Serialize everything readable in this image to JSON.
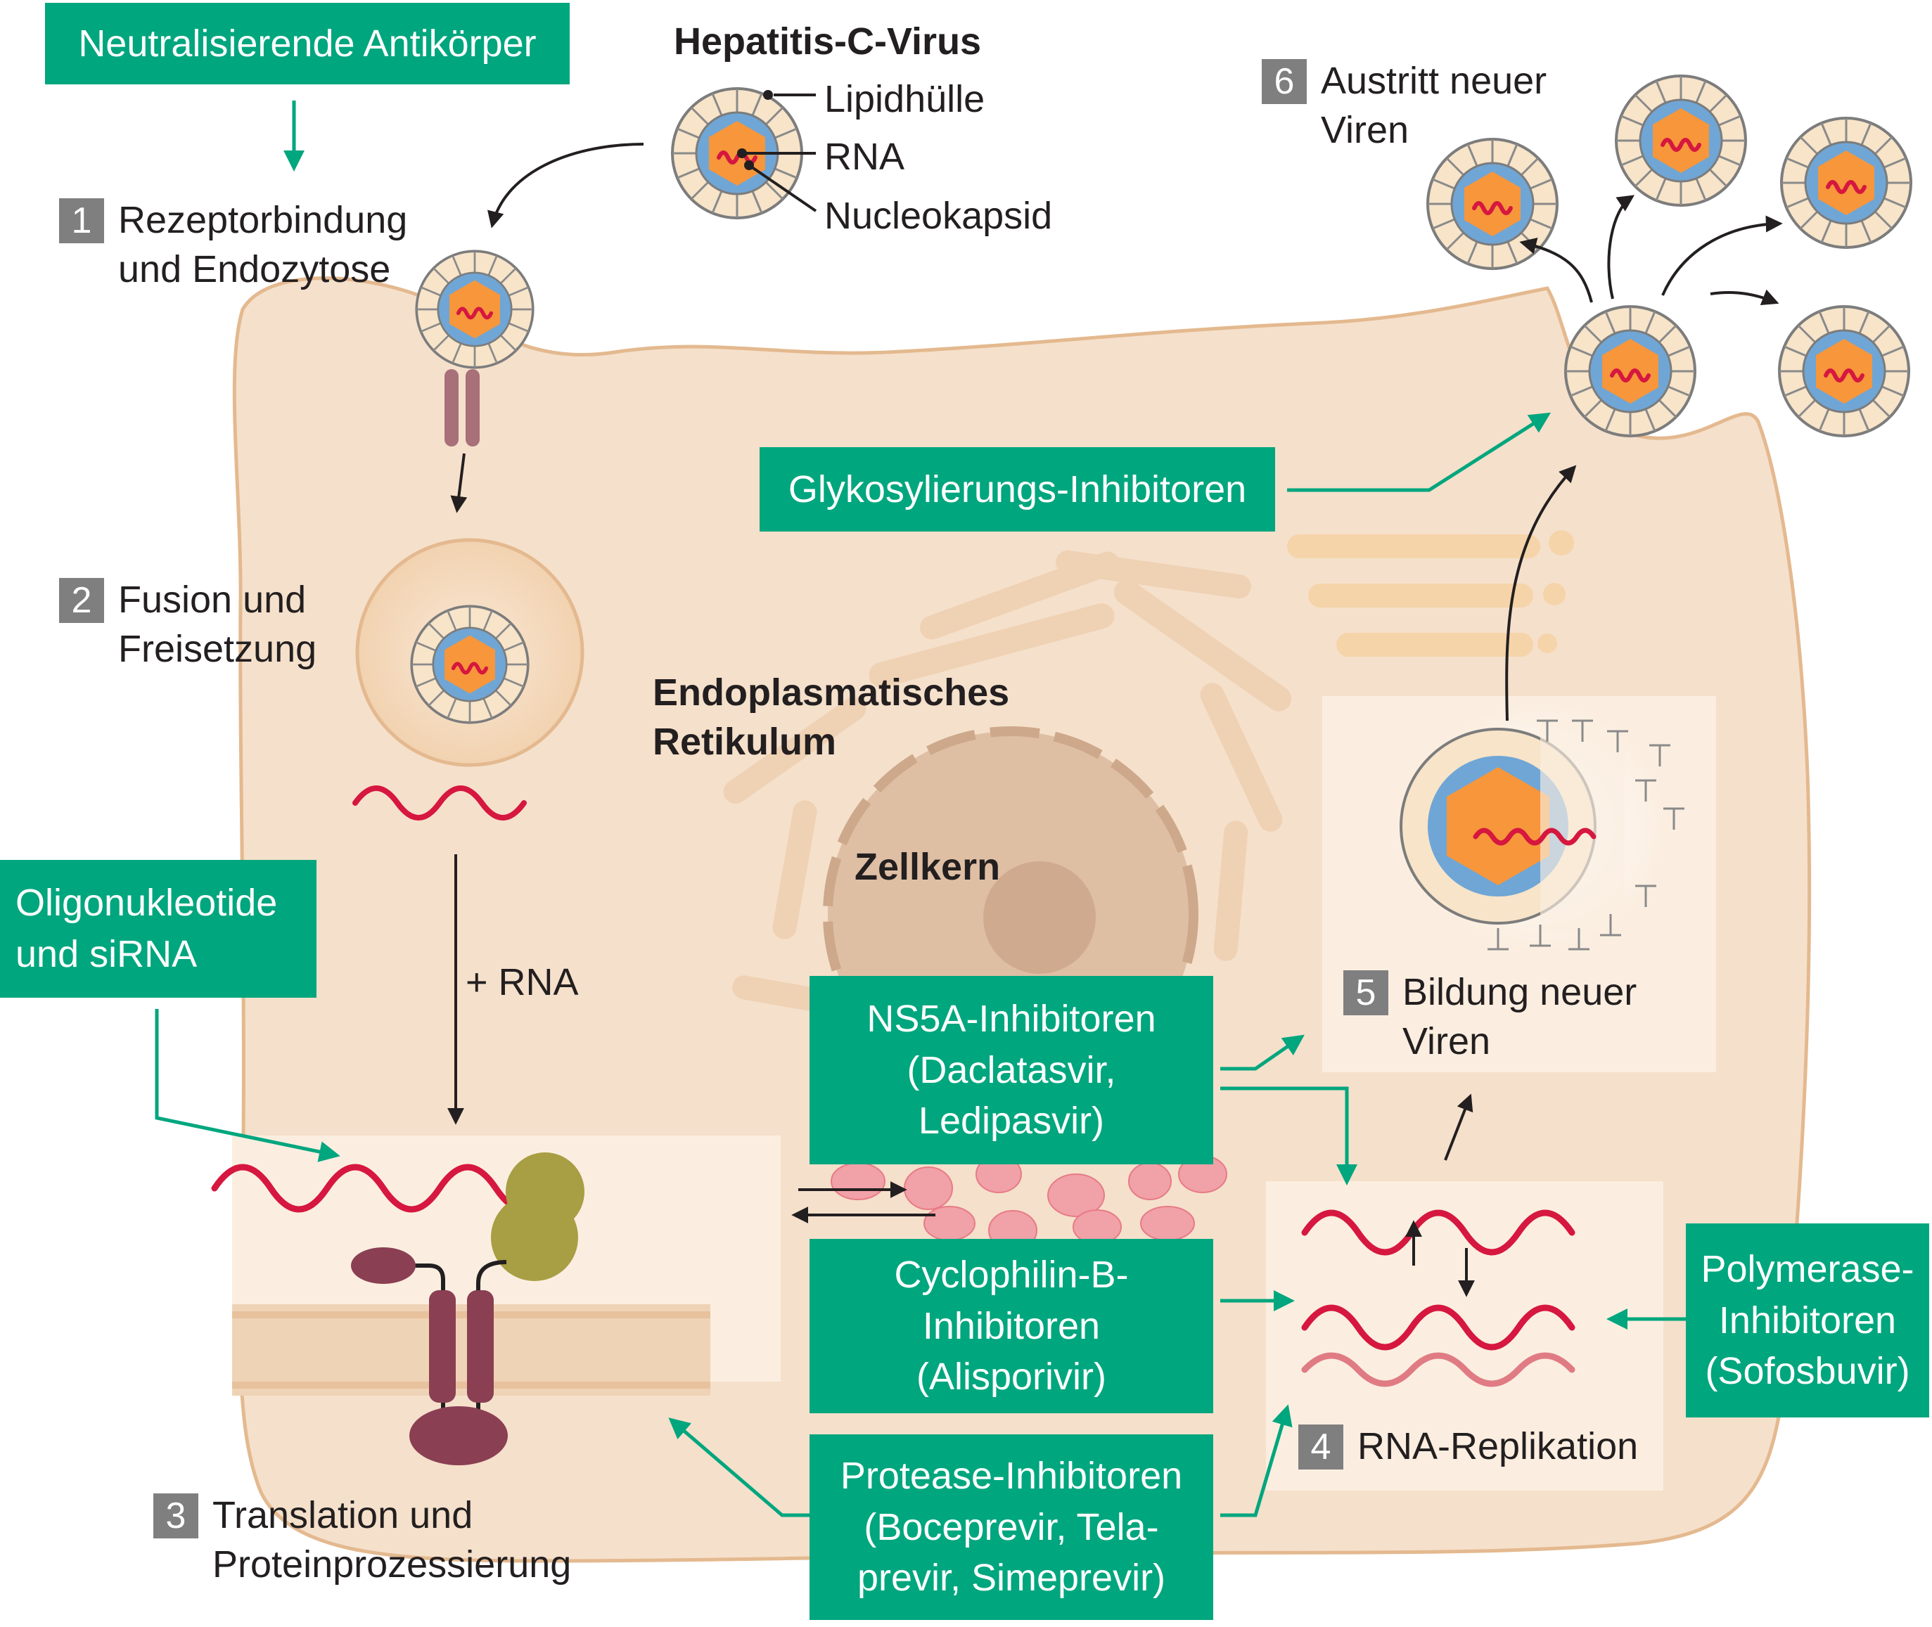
{
  "virus": {
    "title": "Hepatitis-C-Virus",
    "parts": [
      "Lipidhülle",
      "RNA",
      "Nucleokapsid"
    ]
  },
  "steps": [
    {
      "num": "1",
      "lines": [
        "Rezeptorbindung",
        "und Endozytose"
      ]
    },
    {
      "num": "2",
      "lines": [
        "Fusion und",
        "Freisetzung"
      ]
    },
    {
      "num": "3",
      "lines": [
        "Translation und",
        "Proteinprozessierung"
      ]
    },
    {
      "num": "4",
      "lines": [
        "RNA-Replikation"
      ]
    },
    {
      "num": "5",
      "lines": [
        "Bildung neuer",
        "Viren"
      ]
    },
    {
      "num": "6",
      "lines": [
        "Austritt neuer",
        "Viren"
      ]
    }
  ],
  "drugs": {
    "antibodies": [
      "Neutralisierende Antikörper"
    ],
    "glycosylation": [
      "Glykosylierungs-Inhibitoren"
    ],
    "oligo": [
      "Oligonukleotide",
      "und siRNA"
    ],
    "ns5a": [
      "NS5A-Inhibitoren",
      "(Daclatasvir,",
      "Ledipasvir)"
    ],
    "cyclophilin": [
      "Cyclophilin-B-",
      "Inhibitoren",
      "(Alisporivir)"
    ],
    "protease": [
      "Protease-Inhibitoren",
      "(Boceprevir, Tela-",
      "previr, Simeprevir)"
    ],
    "polymerase": [
      "Polymerase-",
      "Inhibitoren",
      "(Sofosbuvir)"
    ]
  },
  "cell_labels": {
    "er": [
      "Endoplasmatisches",
      "Retikulum"
    ],
    "nucleus": "Zellkern",
    "plus_rna": "+ RNA"
  },
  "colors": {
    "drug_box": "#00a67e",
    "cell": "#f5e0cb",
    "rna": "#d6173f",
    "capsid": "#f7963b",
    "envelope": "#6fa6d6"
  }
}
